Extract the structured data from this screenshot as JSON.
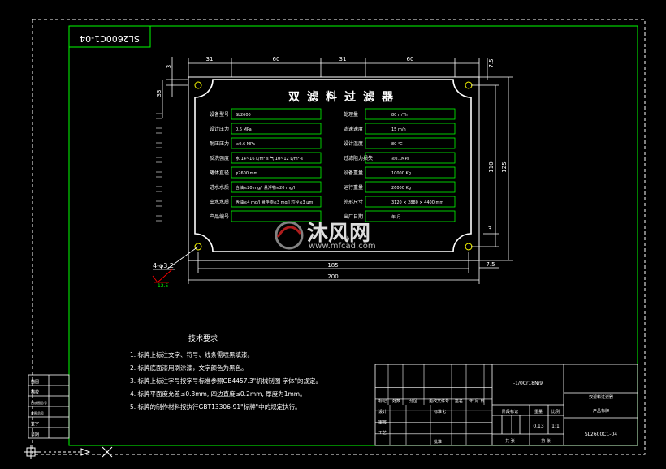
{
  "drawing": {
    "title": "双滤料过滤器",
    "code_stamp": "SL2600C1-04",
    "dims": {
      "top": [
        "31",
        "60",
        "31",
        "60"
      ],
      "bottom_inner": "185",
      "bottom_outer": "200",
      "right_inner": "110",
      "right_outer": "125",
      "right_small_top": "7.5",
      "right_small_bottom": "7.5",
      "right_3": "3",
      "left_33": "33",
      "left_3": "3",
      "hole": "4-φ3.2",
      "roughness": "12.5"
    },
    "plate_rows": [
      {
        "l1": "设备型号",
        "v1": "SL2600",
        "l2": "处理量",
        "v2": "80 m³/h"
      },
      {
        "l1": "设计压力",
        "v1": "0.6 MPa",
        "l2": "滤速速度",
        "v2": "15 m/h"
      },
      {
        "l1": "耐压压力",
        "v1": "≤0.6 MPa",
        "l2": "设计温度",
        "v2": "80 ℃"
      },
      {
        "l1": "反洗强度",
        "v1": "水 14~16 L/m²·s  气 10~12 L/m²·s",
        "l2": "过滤阻力损失",
        "v2": "≤0.1MPa"
      },
      {
        "l1": "罐体直径",
        "v1": "φ2600 mm",
        "l2": "设备重量",
        "v2": "10000 Kg"
      },
      {
        "l1": "进水水质",
        "v1": "含油≤20 mg/l 悬浮物≤20 mg/l",
        "l2": "运行重量",
        "v2": "26000 Kg"
      },
      {
        "l1": "出水水质",
        "v1": "含油≤4 mg/l 悬浮物≤3 mg/l 粒径≤3 μm",
        "l2": "外形尺寸",
        "v2": "3120 × 2880 × 4400 mm"
      },
      {
        "l1": "产品编号",
        "v1": "",
        "l2": "出厂日期",
        "v2": "年          月"
      }
    ],
    "notes_title": "技术要求",
    "notes": [
      "1.  标牌上标注文字、符号、线条需喷黑填漆。",
      "2.  标牌底面漆用刷涂漆，文字颜色为黑色。",
      "3.  标牌上标注字号按字号标准参照GB4457.3\"机械制图 字体\"的规定。",
      "4.  标牌平面度允差≤0.3mm, 四边直度≤0.2mm, 厚度为1mm。",
      "5.  标牌的制作材料按执行GBT13306-91\"标牌\"中的规定执行。"
    ],
    "title_block": {
      "scale_frac": "-1/0Cr18Ni9",
      "product_line1": "双滤料过滤器",
      "product_line2": "产品标牌",
      "drawing_no": "SL2600C1-04",
      "weight": "0.13",
      "ratio": "1:1",
      "heads": [
        "标记",
        "处数",
        "分区",
        "更改文件号",
        "签名",
        "年.月.日"
      ],
      "row_design": "设计",
      "row_std": "标准化",
      "row_check": "审核",
      "row_craft": "工艺",
      "row_approve": "批准",
      "stage_mark": "阶段标记",
      "weight_lbl": "重量",
      "ratio_lbl": "比例",
      "sheet_total": "共    张",
      "sheet_no": "第    张"
    },
    "side_block": [
      "描图",
      "描校",
      "旧底图总号",
      "底图总号",
      "签字",
      "日期"
    ],
    "watermark_brand": "沐风网",
    "watermark_url": "www.mfcad.com"
  }
}
